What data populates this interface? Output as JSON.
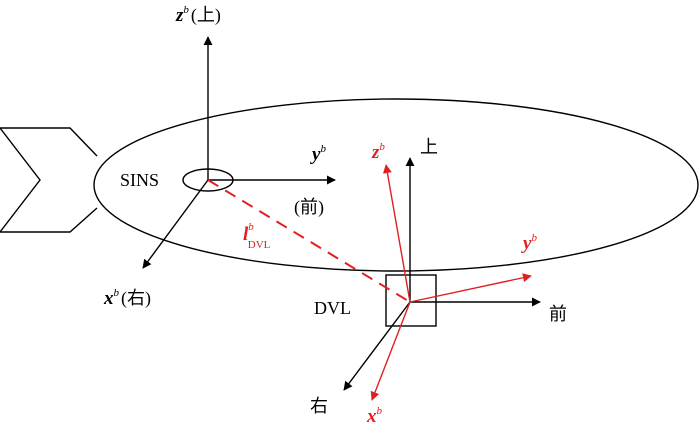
{
  "labels": {
    "sins": "SINS",
    "dvl": "DVL",
    "zb_axis": "z",
    "zb_sup": "b",
    "zb_paren": "(上)",
    "yb_axis": "y",
    "yb_sup": "b",
    "yb_paren": "(前)",
    "xb_axis": "x",
    "xb_sup": "b",
    "xb_paren": "(右)",
    "lever_main": "l",
    "lever_sup": "b",
    "lever_sub": "DVL",
    "red_z_axis": "z",
    "red_z_sup": "b",
    "red_y_axis": "y",
    "red_y_sup": "b",
    "red_x_axis": "x",
    "red_x_sup": "b",
    "up": "上",
    "forward": "前",
    "right": "右"
  },
  "colors": {
    "black": "#000000",
    "red": "#e02020"
  }
}
